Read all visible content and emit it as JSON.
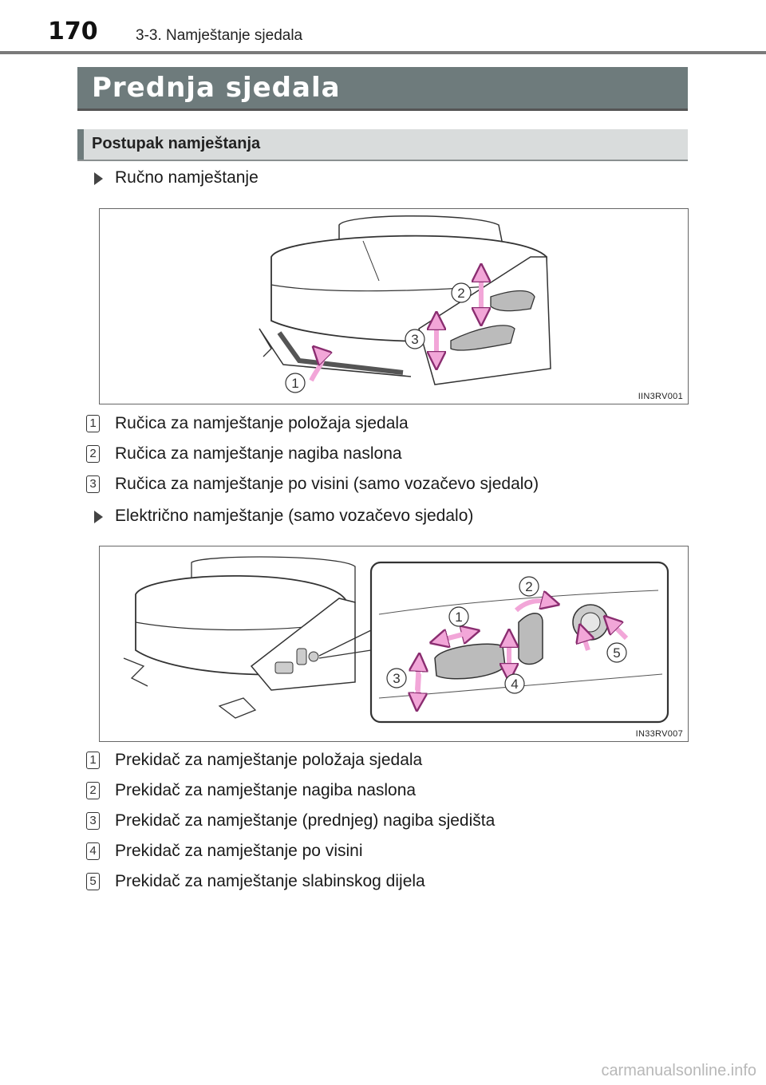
{
  "header": {
    "page_number": "170",
    "chapter": "3-3. Namještanje sjedala"
  },
  "section": {
    "title": "Prednja sjedala"
  },
  "subsection": {
    "title": "Postupak namještanja"
  },
  "manual": {
    "heading": "Ručno namještanje",
    "figure_code": "IIN3RV001",
    "callouts": [
      "1",
      "2",
      "3"
    ],
    "items": [
      {
        "num": "1",
        "text": "Ručica za namještanje položaja sjedala"
      },
      {
        "num": "2",
        "text": "Ručica za namještanje nagiba naslona"
      },
      {
        "num": "3",
        "text": "Ručica za namještanje po visini (samo vozačevo sjedalo)"
      }
    ]
  },
  "power": {
    "heading": "Električno namještanje (samo vozačevo sjedalo)",
    "figure_code": "IN33RV007",
    "callouts": [
      "1",
      "2",
      "3",
      "4",
      "5"
    ],
    "items": [
      {
        "num": "1",
        "text": "Prekidač za namještanje položaja sjedala"
      },
      {
        "num": "2",
        "text": "Prekidač za namještanje nagiba naslona"
      },
      {
        "num": "3",
        "text": "Prekidač za namještanje (prednjeg) nagiba sjedišta"
      },
      {
        "num": "4",
        "text": "Prekidač za namještanje po visini"
      },
      {
        "num": "5",
        "text": "Prekidač za namještanje slabinskog dijela"
      }
    ]
  },
  "footer": {
    "watermark": "carmanualsonline.info"
  },
  "colors": {
    "banner": "#6e7b7c",
    "arrow_pink": "#f2a6d8",
    "arrow_outline": "#8a2d70"
  }
}
